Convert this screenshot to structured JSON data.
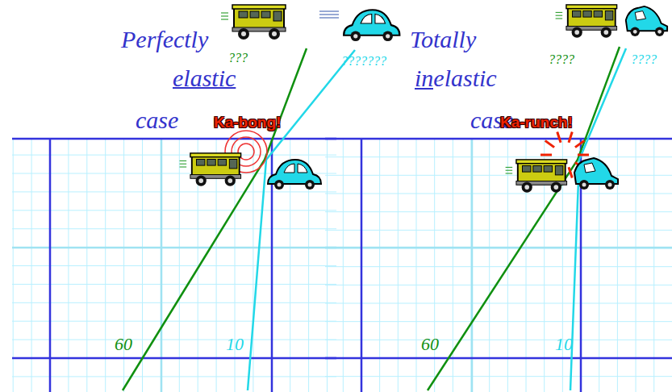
{
  "diagram": {
    "labels": [
      "Perfectly",
      "elastic",
      "case",
      "Ka-bong!",
      "???",
      "???????",
      "Totally",
      "inelastic",
      "case",
      "Ka-runch!",
      "????",
      "????",
      "60",
      "10",
      "60",
      "10"
    ]
  }
}
